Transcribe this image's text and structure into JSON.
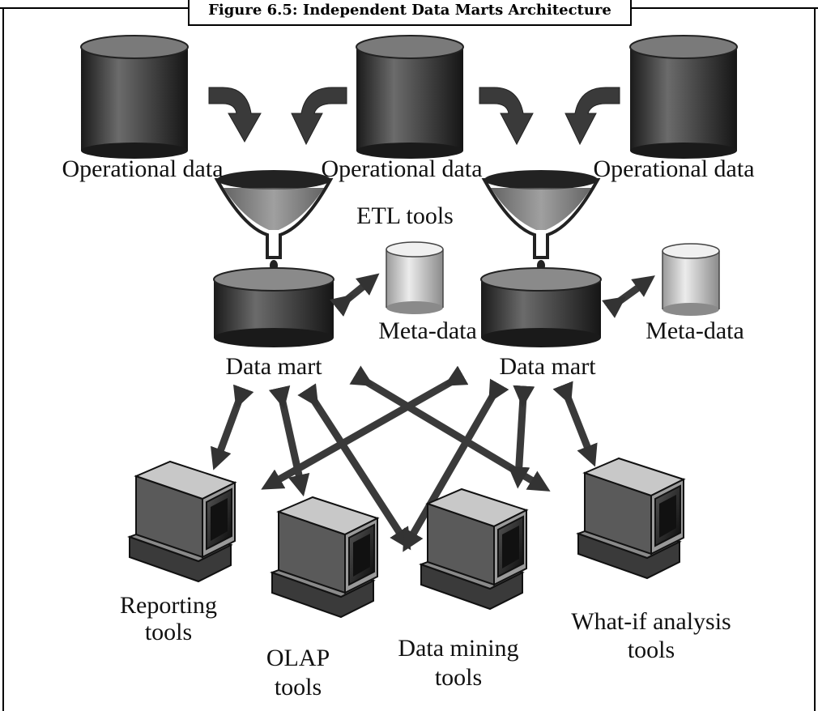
{
  "figure": {
    "caption": "Figure 6.5: Independent Data Marts Architecture"
  },
  "labels": {
    "operational_data": "Operational data",
    "etl_tools": "ETL tools",
    "meta_data": "Meta-data",
    "data_mart": "Data mart",
    "reporting_1": "Reporting",
    "reporting_2": "tools",
    "olap_1": "OLAP",
    "olap_2": "tools",
    "mining_1": "Data mining",
    "mining_2": "tools",
    "whatif_1": "What-if analysis",
    "whatif_2": "tools"
  },
  "icons": [
    "database-cylinder-icon",
    "funnel-icon",
    "computer-icon",
    "curved-arrow-icon",
    "double-arrow-icon"
  ],
  "colors": {
    "frame": "#000000",
    "cylinder_dark": "#2a2a2a",
    "cylinder_light": "#d8d8d8"
  }
}
